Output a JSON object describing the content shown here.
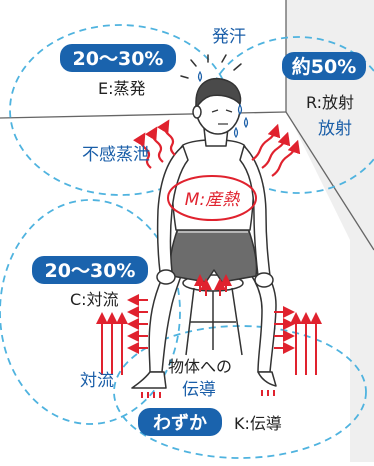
{
  "colors": {
    "blue_label_bg": "#1a63ad",
    "blue_text": "#1a5ea8",
    "dashed_circle": "#4fb3df",
    "heat_arrow": "#e0222e",
    "body_line": "#333333",
    "wall_shade": "#e9e9e9"
  },
  "labels": {
    "evaporation_pct": "20～30%",
    "evaporation_label": "E:蒸発",
    "sweating": "発汗",
    "insensible_perspiration": "不感蒸泄",
    "radiation_pct": "約50%",
    "radiation_label": "R:放射",
    "radiation_word": "放射",
    "heat_production": "M:産熱",
    "convection_pct": "20～30%",
    "convection_label": "C:対流",
    "convection_word": "対流",
    "conduction_to_object_line1": "物体への",
    "conduction_word": "伝導",
    "slight_badge": "わずか",
    "conduction_label": "K:伝導"
  }
}
